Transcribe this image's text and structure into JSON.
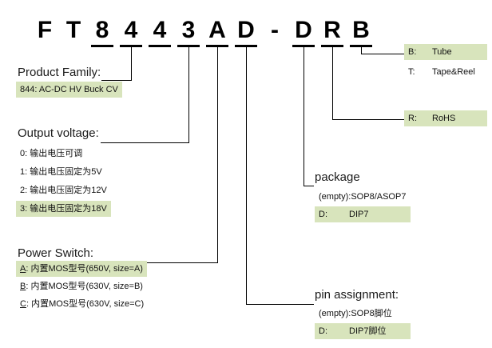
{
  "part_number": {
    "chars": [
      {
        "ch": "F",
        "underline": false
      },
      {
        "ch": "T",
        "underline": false
      },
      {
        "ch": "8",
        "underline": true
      },
      {
        "ch": "4",
        "underline": true
      },
      {
        "ch": "4",
        "underline": true
      },
      {
        "ch": "3",
        "underline": true
      },
      {
        "ch": "A",
        "underline": true
      },
      {
        "ch": "D",
        "underline": true
      },
      {
        "ch": "-",
        "underline": false
      },
      {
        "ch": "D",
        "underline": true
      },
      {
        "ch": "R",
        "underline": true
      },
      {
        "ch": "B",
        "underline": true
      }
    ]
  },
  "sections": {
    "product_family": {
      "title": "Product Family:",
      "items": [
        {
          "text": "844: AC-DC HV Buck CV",
          "highlight": true
        }
      ]
    },
    "output_voltage": {
      "title": "Output voltage:",
      "items": [
        {
          "text": "0: 输出电压可调",
          "highlight": false
        },
        {
          "text": "1: 输出电压固定为5V",
          "highlight": false
        },
        {
          "text": "2: 输出电压固定为12V",
          "highlight": false
        },
        {
          "text": "3: 输出电压固定为18V",
          "highlight": true
        }
      ]
    },
    "power_switch": {
      "title": "Power Switch:",
      "items": [
        {
          "code": "A",
          "rest": ": 内置MOS型号(650V, size=A)",
          "highlight": true
        },
        {
          "code": "B",
          "rest": ": 内置MOS型号(630V, size=B)",
          "highlight": false
        },
        {
          "code": "C",
          "rest": ": 内置MOS型号(630V, size=C)",
          "highlight": false
        }
      ]
    },
    "package": {
      "title": "package",
      "items": [
        {
          "code": "(empty):",
          "label": "SOP8/ASOP7",
          "highlight": false
        },
        {
          "code": "D:",
          "label": "DIP7",
          "highlight": true
        }
      ]
    },
    "pin_assignment": {
      "title": "pin assignment:",
      "items": [
        {
          "code": "(empty):",
          "label": "SOP8脚位",
          "highlight": false
        },
        {
          "code": "D:",
          "label": "DIP7脚位",
          "highlight": true
        }
      ]
    },
    "packing": {
      "items": [
        {
          "code": "B:",
          "label": "Tube",
          "highlight": true
        },
        {
          "code": "T:",
          "label": "Tape&Reel",
          "highlight": false
        }
      ]
    },
    "rohs": {
      "items": [
        {
          "code": "R:",
          "label": "RoHS",
          "highlight": true
        }
      ]
    }
  },
  "colors": {
    "highlight": "#d8e4bc",
    "line": "#000000",
    "text": "#111111"
  }
}
